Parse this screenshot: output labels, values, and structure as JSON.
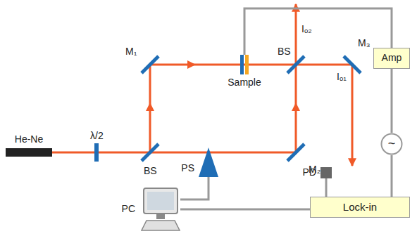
{
  "diagram": {
    "nodes": [
      {
        "text": [
          "He-Ne"
        ]
      },
      {
        "text": [
          "Sample"
        ]
      },
      {
        "text": [
          "PD"
        ]
      },
      {
        "text": [
          "Amp"
        ]
      },
      {
        "text": [
          "~"
        ]
      },
      {
        "text": [
          "Lock-in"
        ]
      },
      {
        "text": [
          "PC"
        ]
      },
      {
        "text": [
          "PS"
        ]
      }
    ],
    "edges": [
      {
        "from": 1,
        "to": 3,
        "arrow": "none"
      },
      {
        "from": 3,
        "to": 4,
        "arrow": "none"
      },
      {
        "from": 4,
        "to": 5,
        "arrow": "none"
      },
      {
        "from": 2,
        "to": 5,
        "arrow": "none"
      },
      {
        "from": 7,
        "to": 6,
        "arrow": "none"
      },
      {
        "from": 5,
        "to": 6,
        "arrow": "none"
      }
    ],
    "labels": [
      "λ/2",
      "BS",
      "M₁",
      "BS",
      "M₃",
      "Iₒ₂",
      "Iₒ₁",
      "M₂"
    ]
  }
}
